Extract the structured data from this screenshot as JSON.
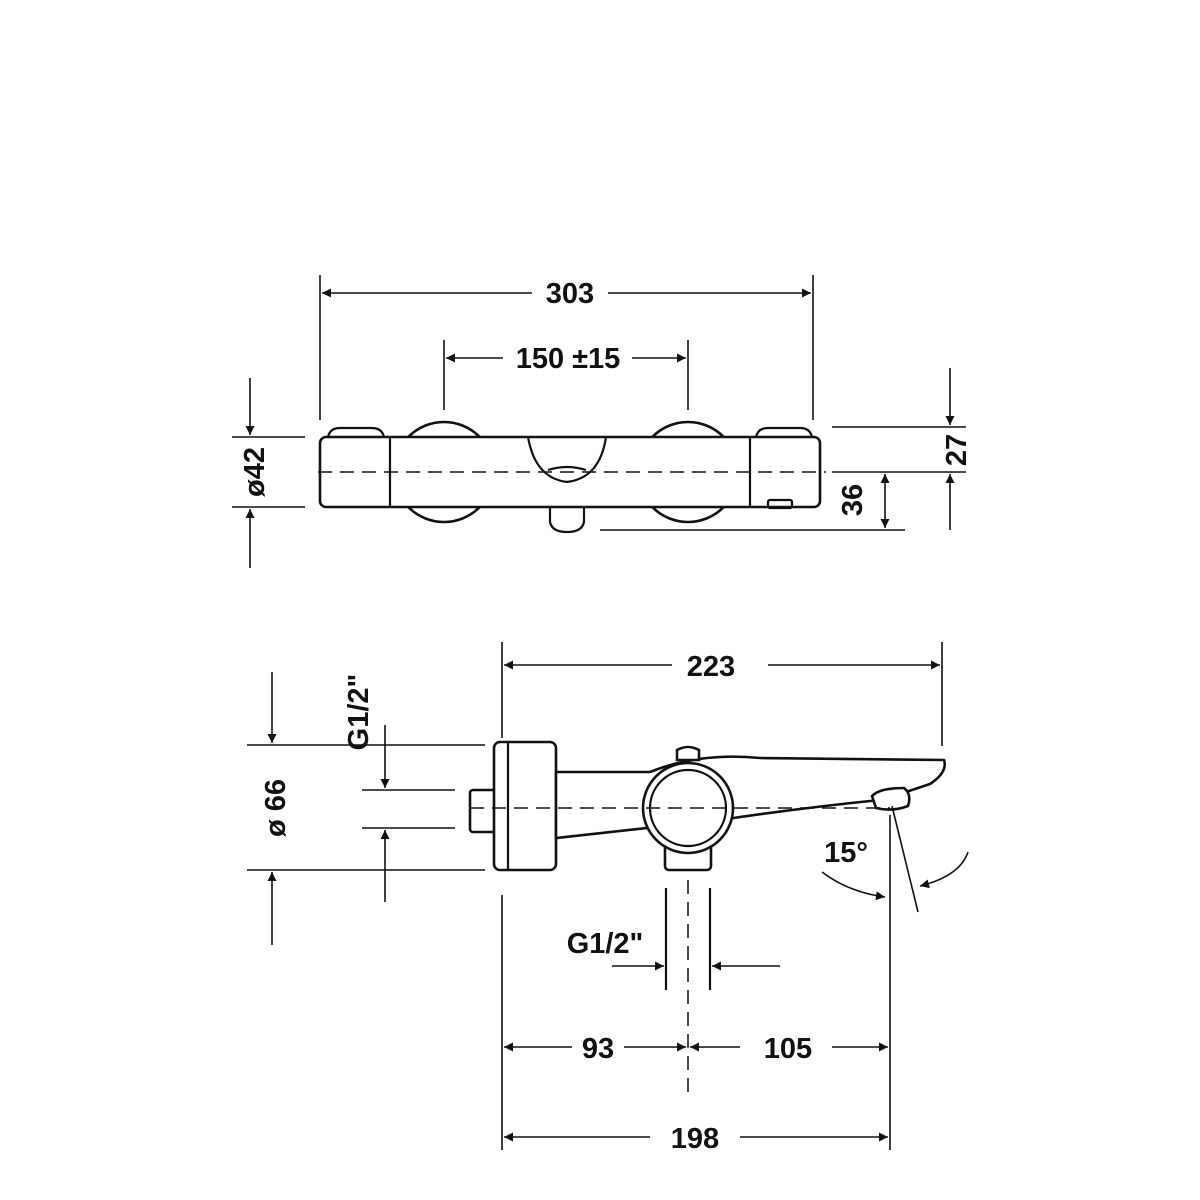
{
  "top_view": {
    "overall_width": "303",
    "connection_spacing": "150 ±15",
    "body_diameter": "ø42",
    "body_height": "27",
    "outlet_offset": "36"
  },
  "side_view": {
    "projection": "223",
    "rosette_diameter": "ø 66",
    "inlet_thread": "G1/2\"",
    "outlet_thread": "G1/2\"",
    "spout_angle": "15°",
    "wall_to_outlet": "93",
    "outlet_to_spout": "105",
    "wall_to_spout": "198"
  }
}
